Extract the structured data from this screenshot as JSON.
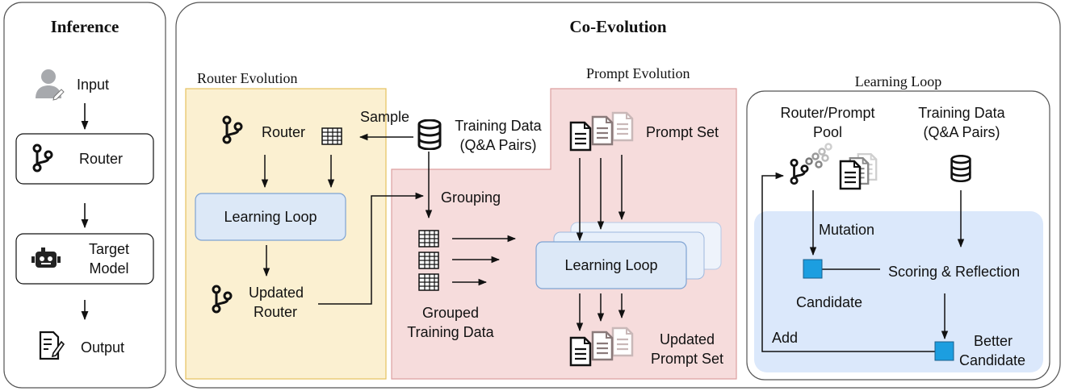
{
  "inference": {
    "title": "Inference",
    "input": "Input",
    "router": "Router",
    "target_model": [
      "Target",
      "Model"
    ],
    "output": "Output"
  },
  "coevolution": {
    "title": "Co-Evolution"
  },
  "router_evolution": {
    "title": "Router Evolution",
    "router": "Router",
    "learning_loop": "Learning Loop",
    "updated_router": [
      "Updated",
      "Router"
    ],
    "sample": "Sample"
  },
  "training_data": [
    "Training Data",
    "(Q&A Pairs)"
  ],
  "prompt_evolution": {
    "title": "Prompt Evolution",
    "prompt_set": "Prompt Set",
    "grouping": "Grouping",
    "grouped_data": [
      "Grouped",
      "Training Data"
    ],
    "learning_loop": "Learning Loop",
    "updated_prompt_set": [
      "Updated",
      "Prompt Set"
    ]
  },
  "learning_loop_panel": {
    "title": "Learning Loop",
    "pool": [
      "Router/Prompt",
      "Pool"
    ],
    "training_data": [
      "Training Data",
      "(Q&A Pairs)"
    ],
    "mutation": "Mutation",
    "scoring": "Scoring & Reflection",
    "candidate": "Candidate",
    "better_candidate": [
      "Better",
      "Candidate"
    ],
    "add": "Add"
  },
  "colors": {
    "router_bg": "#fbf0d1",
    "router_border": "#e5c15e",
    "prompt_bg": "#f6dcdc",
    "prompt_border": "#dd9f9f",
    "loop_box_bg": "#dce8f7",
    "loop_box_border": "#7ea3d3",
    "loop_area_bg": "#dbe8fb",
    "candidate": "#1c9ee0"
  }
}
